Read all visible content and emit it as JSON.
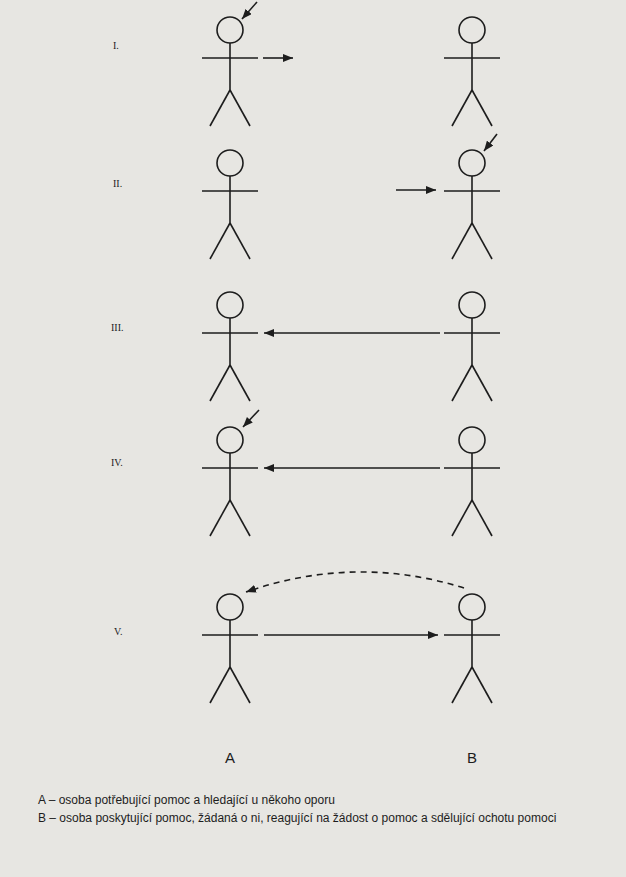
{
  "diagram": {
    "nodes": [
      {
        "text": [
          "A"
        ]
      },
      {
        "text": [
          "B"
        ]
      }
    ],
    "edges": [
      {
        "from": 0,
        "to": 1,
        "arrow": "to"
      },
      {
        "from": 1,
        "to": 0,
        "arrow": "to"
      }
    ],
    "labels": [
      "I.",
      "II.",
      "III.",
      "IV.",
      "V.",
      "A – osoba potřebující pomoc a hledající u někoho oporu",
      "B – osoba poskytující pomoc, žádaná o ni, reagující na žádost o pomoc a sdělující ochotu pomoci"
    ]
  }
}
